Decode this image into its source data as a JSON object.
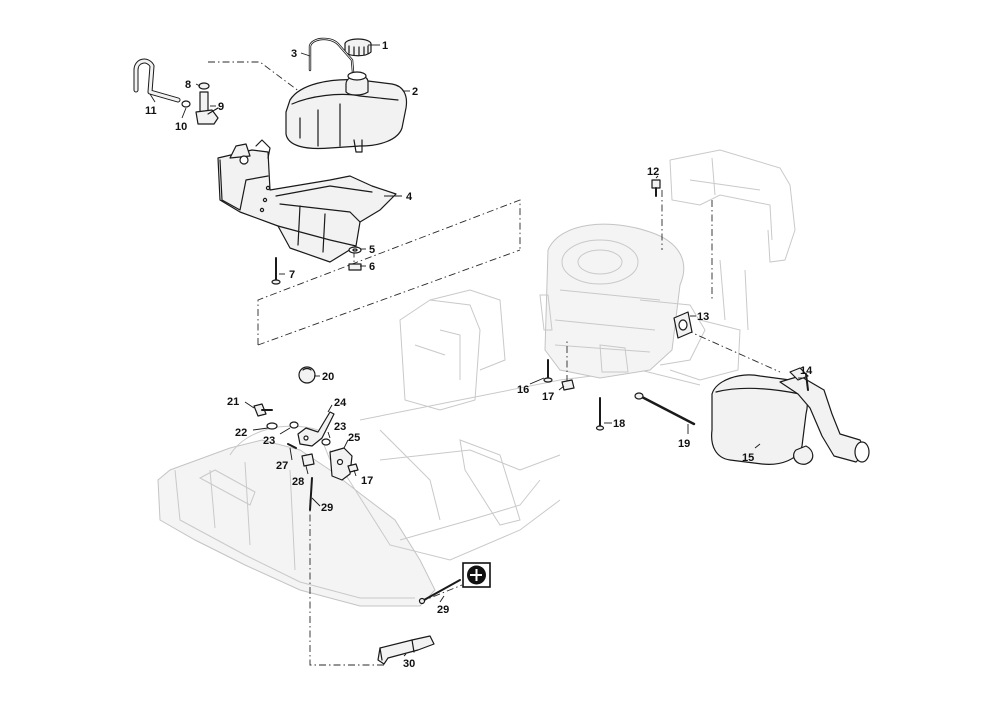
{
  "callouts": [
    {
      "id": "c1",
      "text": "1"
    },
    {
      "id": "c2",
      "text": "2"
    },
    {
      "id": "c3",
      "text": "3"
    },
    {
      "id": "c4",
      "text": "4"
    },
    {
      "id": "c5",
      "text": "5"
    },
    {
      "id": "c6",
      "text": "6"
    },
    {
      "id": "c7",
      "text": "7"
    },
    {
      "id": "c8",
      "text": "8"
    },
    {
      "id": "c9",
      "text": "9"
    },
    {
      "id": "c10",
      "text": "10"
    },
    {
      "id": "c11",
      "text": "11"
    },
    {
      "id": "c12",
      "text": "12"
    },
    {
      "id": "c13",
      "text": "13"
    },
    {
      "id": "c14",
      "text": "14"
    },
    {
      "id": "c15",
      "text": "15"
    },
    {
      "id": "c16",
      "text": "16"
    },
    {
      "id": "c17a",
      "text": "17"
    },
    {
      "id": "c17b",
      "text": "17"
    },
    {
      "id": "c18",
      "text": "18"
    },
    {
      "id": "c19",
      "text": "19"
    },
    {
      "id": "c20",
      "text": "20"
    },
    {
      "id": "c21",
      "text": "21"
    },
    {
      "id": "c22",
      "text": "22"
    },
    {
      "id": "c23a",
      "text": "23"
    },
    {
      "id": "c23b",
      "text": "23"
    },
    {
      "id": "c24",
      "text": "24"
    },
    {
      "id": "c25",
      "text": "25"
    },
    {
      "id": "c27",
      "text": "27"
    },
    {
      "id": "c28",
      "text": "28"
    },
    {
      "id": "c29a",
      "text": "29"
    },
    {
      "id": "c29b",
      "text": "29"
    },
    {
      "id": "c30",
      "text": "30"
    }
  ],
  "icons": {
    "grease_symbol": "grease-gun-icon"
  },
  "colors": {
    "ink": "#1a1a1a",
    "ghost": "#c9c9c9",
    "part_fill": "#f2f2f2"
  }
}
